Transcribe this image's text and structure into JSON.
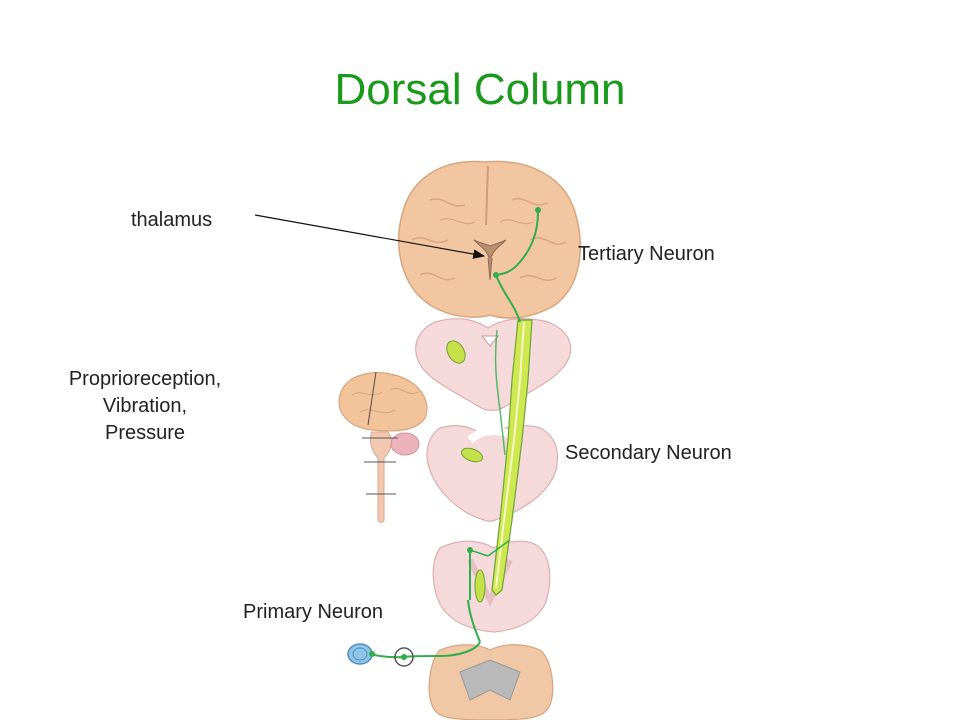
{
  "title": "Dorsal Column",
  "labels": {
    "thalamus": "thalamus",
    "tertiary": "Tertiary Neuron",
    "secondary": "Secondary Neuron",
    "primary": "Primary Neuron",
    "modalities": [
      "Proprioreception,",
      "Vibration,",
      "Pressure"
    ]
  },
  "colors": {
    "title": "#1a9a1a",
    "pathway": "#2fae4a",
    "tract": "#c9e64a",
    "brain": "#f4c9a6",
    "cord": "#f6d6d8"
  }
}
